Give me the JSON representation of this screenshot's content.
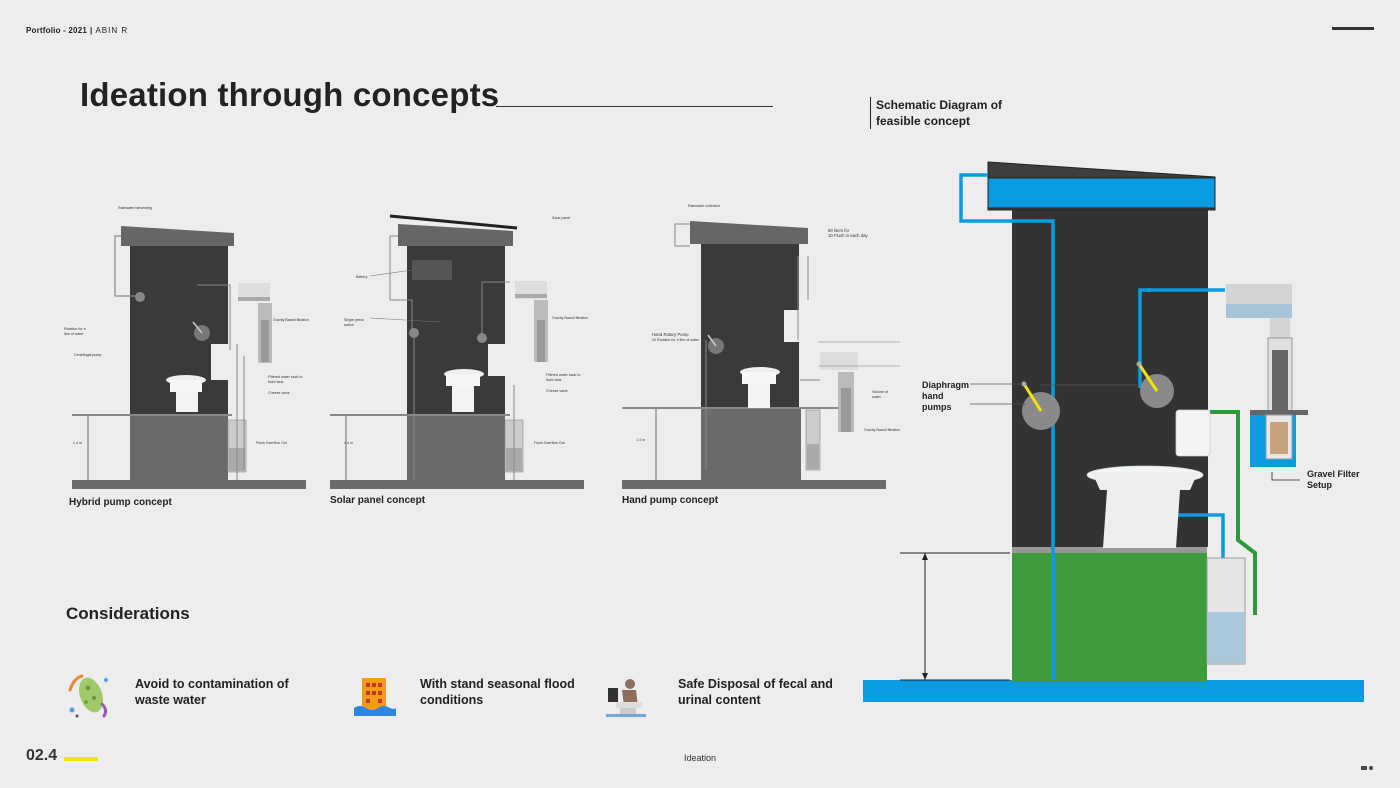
{
  "header": {
    "portfolio": "Portfolio - 2021",
    "separator": "|",
    "author": "ABIN R"
  },
  "title": "Ideation through concepts",
  "schematic": {
    "title_line1": "Schematic Diagram of",
    "title_line2": "feasible concept",
    "label_pumps_1": "Diaphragm",
    "label_pumps_2": "hand",
    "label_pumps_3": "pumps",
    "label_filter_1": "Gravel Filter",
    "label_filter_2": "Setup"
  },
  "concepts": [
    {
      "name": "Hybrid pump concept",
      "labels": [
        "Rotation for a litre of water",
        "Centrifugal pump",
        "Gravity Based filtration",
        "Filtered water back to flush tank",
        "Cheese valve",
        "Flush Overflow Out",
        "Rainwater harvesting"
      ]
    },
    {
      "name": "Solar panel concept",
      "labels": [
        "Solar panel",
        "Battery",
        "Single press switch",
        "Gravity Based filtration",
        "Filtered water back to flush tank",
        "Cheese valve",
        "Flush Overflow Out"
      ]
    },
    {
      "name": "Hand pump concept",
      "labels": [
        "Hand Rotary Pump",
        "60 liters for 10 Flush in each day",
        "Gravity Based filtration",
        "Volume of water",
        "Rainwater collection"
      ]
    }
  ],
  "considerations": {
    "title": "Considerations",
    "items": [
      {
        "text_line1": "Avoid to contamination of",
        "text_line2": "waste water",
        "icon": "bacteria-icon"
      },
      {
        "text_line1": "With stand seasonal flood",
        "text_line2": "conditions",
        "icon": "flood-building-icon"
      },
      {
        "text_line1": "Safe Disposal of fecal and",
        "text_line2": "urinal content",
        "icon": "toilet-user-icon"
      }
    ]
  },
  "footer": {
    "page_number": "02.4",
    "section": "Ideation"
  },
  "colors": {
    "blue": "#0a9be0",
    "green": "#3d9a3d",
    "dark_wall": "#333333",
    "roof": "#5e5e5e",
    "yellow": "#f2e600"
  }
}
